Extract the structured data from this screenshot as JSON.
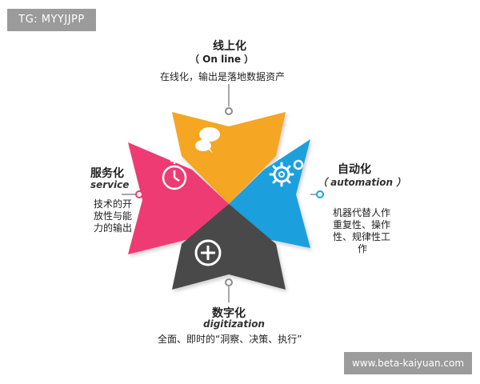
{
  "watermark": {
    "tag": "TG: MYYJJPP",
    "url": "www.beta-kaiyuan.com"
  },
  "colors": {
    "online": "#f5a623",
    "automation": "#1aa0dd",
    "service": "#ee3b73",
    "digitization": "#4a4a4a",
    "connector": "#8c8c8c"
  },
  "nodes": {
    "online": {
      "title": "线上化",
      "subtitle": "（ On line ）",
      "desc": "在线化，输出是落地数据资产",
      "icon": "chat-bubbles-icon"
    },
    "automation": {
      "title": "自动化",
      "subtitle": "（ automation ）",
      "desc_lines": [
        "机器代替人作",
        "重复性、操作",
        "性、规律性工",
        "作"
      ],
      "icon": "gears-icon"
    },
    "service": {
      "title": "服务化",
      "subtitle": "service",
      "desc_lines": [
        "技术的开",
        "放性与能",
        "力的输出"
      ],
      "icon": "stopwatch-icon"
    },
    "digitization": {
      "title": "数字化",
      "subtitle": "digitization",
      "desc": "全面、即时的“洞察、决策、执行”",
      "icon": "plus-circle-icon"
    }
  }
}
